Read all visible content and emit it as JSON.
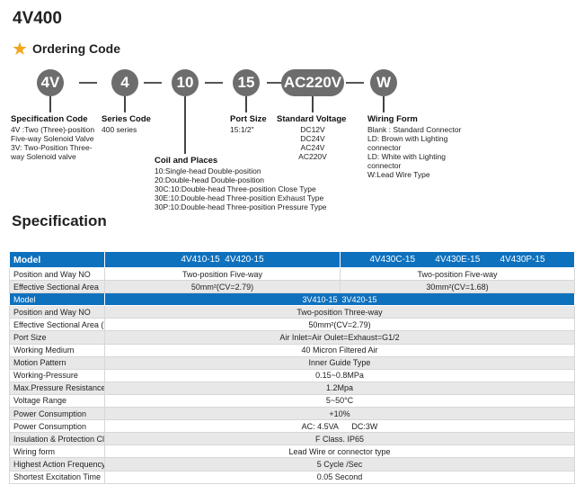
{
  "page_title": "4V400",
  "ordering": {
    "title": "Ordering Code",
    "codes": [
      "4V",
      "4",
      "10",
      "15",
      "AC220V",
      "W"
    ],
    "specification_code": {
      "heading": "Specification Code",
      "lines": [
        "4V :Two (Three)-position",
        "Five-way Solenoid Valve",
        "3V: Two-Position Three-",
        "way Solenoid valve"
      ]
    },
    "series_code": {
      "heading": "Series Code",
      "lines": [
        "400 series"
      ]
    },
    "coil_places": {
      "heading": "Coil and Places",
      "lines": [
        "10:Single-head Double-position",
        "20:Double-head Double-position",
        "30C:10:Double-head Three-position Close Type",
        "30E:10:Double-head Three-position Exhaust Type",
        "30P:10:Double-head Three-position Pressure Type"
      ]
    },
    "port_size": {
      "heading": "Port Size",
      "lines": [
        "15:1/2\""
      ]
    },
    "standard_voltage": {
      "heading": "Standard Voltage",
      "lines": [
        "DC12V",
        "DC24V",
        "AC24V",
        "AC220V"
      ]
    },
    "wiring_form": {
      "heading": "Wiring Form",
      "lines": [
        "Blank : Standard Connector",
        "LD: Brown with Lighting",
        "connector",
        "LD: White with Lighting",
        "connector",
        "W:Lead Wire Type"
      ]
    }
  },
  "specification": {
    "title": "Specification",
    "top_header": {
      "label": "Model",
      "col1": "4V410-15  4V420-15",
      "col2": "4V430C-15        4V430E-15        4V430P-15"
    },
    "top_rows": [
      {
        "label": "Position and Way NO",
        "col1": "Two-position Five-way",
        "col2": "Two-position Five-way"
      },
      {
        "label": "Effective Sectional Area",
        "col1": "50mm²(CV=2.79)",
        "col2": "30mm²(CV=1.68)"
      }
    ],
    "mid_header": {
      "label": "Model",
      "value": "3V410-15  3V420-15"
    },
    "rows": [
      {
        "label": "Position and Way NO",
        "value": "Two-position Three-way"
      },
      {
        "label": "Effective Sectional Area (mm)",
        "value": "50mm²(CV=2.79)"
      },
      {
        "label": "Port Size",
        "value": "Air Inlet=Air Oulet=Exhaust=G1/2"
      },
      {
        "label": "Working Medium",
        "value": "40 Micron Filtered Air"
      },
      {
        "label": "Motion Pattern",
        "value": "Inner Guide Type"
      },
      {
        "label": "Working-Pressure",
        "value": "0.15~0.8MPa"
      },
      {
        "label": "Max.Pressure Resistance",
        "value": "1.2Mpa"
      },
      {
        "label": "Voltage Range",
        "value": "5~50°C"
      },
      {
        "label": "Power Consumption",
        "value": "+10%"
      },
      {
        "label": "Power Consumption",
        "value": "AC: 4.5VA      DC:3W"
      },
      {
        "label": "Insulation & Protection Class",
        "value": "F Class. IP65"
      },
      {
        "label": "Wiring form",
        "value": "Lead Wire or connector type"
      },
      {
        "label": "Highest Action Frequency",
        "value": "5 Cycle /Sec"
      },
      {
        "label": "Shortest Excitation Time",
        "value": "0.05 Second"
      }
    ]
  },
  "colors": {
    "pill": "#6d6d6d",
    "header_blue": "#0e71be",
    "row_alt": "#e8e8e8",
    "star": "#f2a81d"
  }
}
